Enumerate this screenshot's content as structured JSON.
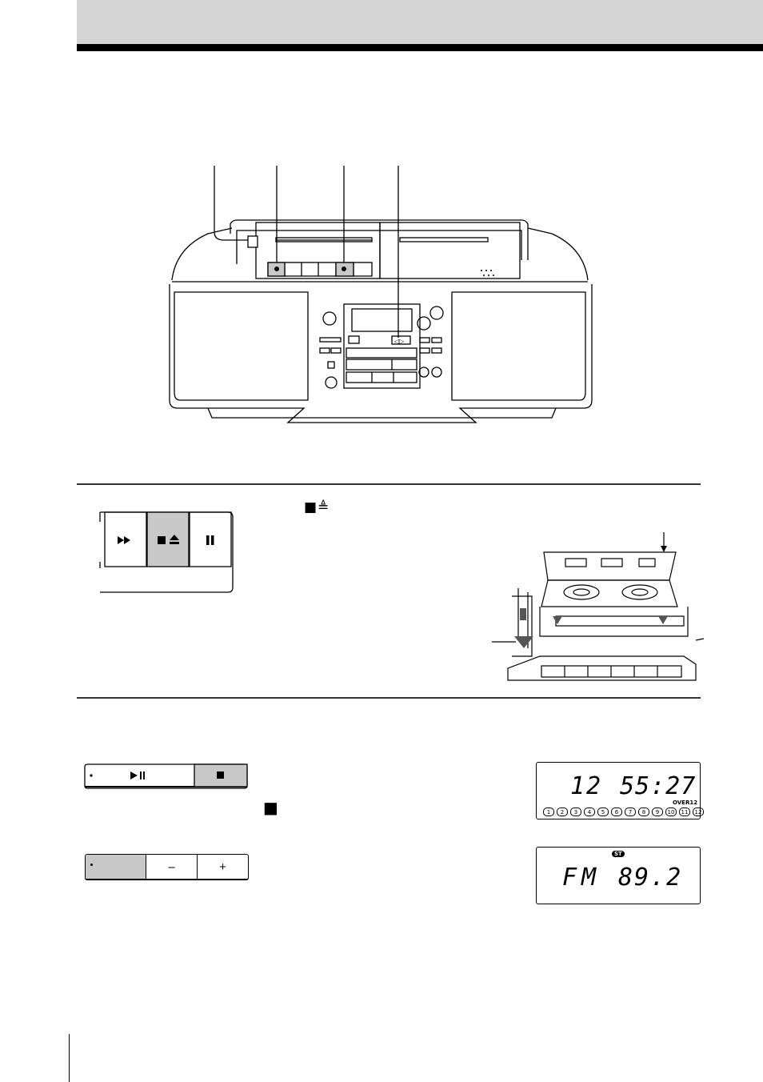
{
  "colors": {
    "header_band": "#d4d4d4",
    "highlight": "#c8c8c8",
    "ink": "#000000"
  },
  "step1_panel": {
    "buttons": [
      {
        "icon": "fast-forward-icon"
      },
      {
        "icon": "stop-eject-icon",
        "highlighted": true
      },
      {
        "icon": "pause-icon"
      }
    ]
  },
  "step1_text": {
    "stop_eject_symbol": "■≜"
  },
  "step2_panel": {
    "buttons": [
      {
        "icon": "play-pause-icon"
      },
      {
        "icon": "stop-icon",
        "highlighted": true
      }
    ]
  },
  "step2_text": {
    "stop_symbol": "■"
  },
  "step3_panel": {
    "minus_label": "–",
    "plus_label": "+"
  },
  "cd_display": {
    "track": "12",
    "time": "55:27",
    "over_label": "OVER12",
    "track_numbers": [
      "1",
      "2",
      "3",
      "4",
      "5",
      "6",
      "7",
      "8",
      "9",
      "10",
      "11",
      "12"
    ]
  },
  "radio_display": {
    "stereo_badge": "ST",
    "band": "FM",
    "frequency": "89.2"
  }
}
